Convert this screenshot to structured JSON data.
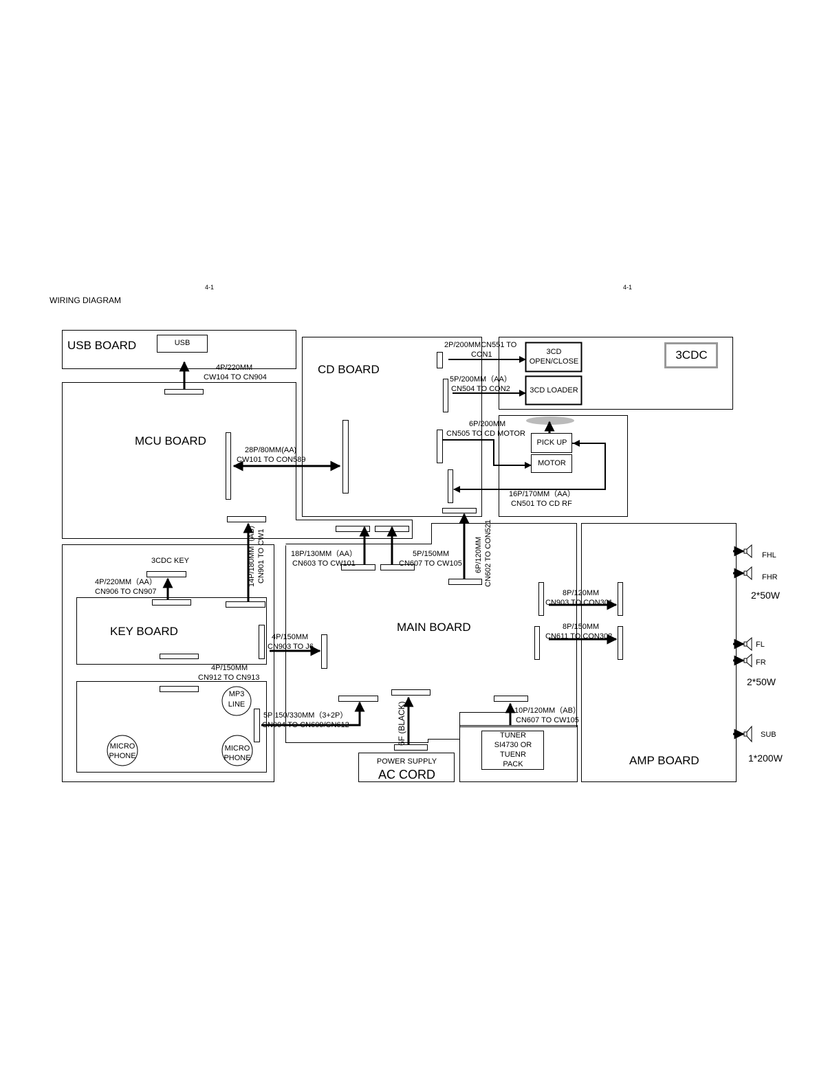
{
  "page_marks": {
    "left": "4-1",
    "right": "4-1"
  },
  "title": "WIRING DIAGRAM",
  "boards": {
    "usb": "USB BOARD",
    "mcu": "MCU BOARD",
    "cd": "CD BOARD",
    "key": "KEY BOARD",
    "main": "MAIN BOARD",
    "amp": "AMP BOARD",
    "cdc": "3CDC"
  },
  "parts": {
    "usb": "USB",
    "open_close_1": "3CD",
    "open_close_2": "OPEN/CLOSE",
    "loader": "3CD LOADER",
    "pickup": "PICK UP",
    "motor": "MOTOR",
    "cdc_key": "3CDC KEY",
    "mp3_1": "MP3",
    "mp3_2": "LINE",
    "mic1_1": "MICRO",
    "mic1_2": "PHONE",
    "mic2_1": "MICRO",
    "mic2_2": "PHONE",
    "power_supply": "POWER SUPPLY",
    "ac_cord": "AC CORD",
    "tuner_1": "TUNER",
    "tuner_2": "SI4730 OR",
    "tuner_3": "TUENR",
    "tuner_4": "PACK"
  },
  "cables": {
    "usb_a": "4P/220MM",
    "usb_b": "CW104 TO CN904",
    "mcu_cd_a": "28P/80MM(AA)",
    "mcu_cd_b": "CW101 TO CON589",
    "cd_open_a": "2P/200MMCN551 TO",
    "cd_open_b": "CON1",
    "cd_loader_a": "5P/200MM（AA）",
    "cd_loader_b": "CN504 TO CON2",
    "cd_motor_a": "6P/200MM",
    "cd_motor_b": "CN505 TO CD MOTOR",
    "cd_rf_a": "16P/170MM（AA）",
    "cd_rf_b": "CN501 TO CD RF",
    "key_mcu_a": "14P/180MM（AB）",
    "key_mcu_b": "CN901 TO CW1",
    "main_mcu_a": "18P/130MM（AA）",
    "main_mcu_b": "CN603 TO CW101",
    "main_cd_a": "5P/150MM",
    "main_cd_b": "CN607 TO CW105",
    "main_cd2_a": "6P/120MM",
    "main_cd2_b": "CN602 TO CON521",
    "cdckey_a": "4P/220MM（AA）",
    "cdckey_b": "CN906 TO CN907",
    "key_main_a": "4P/150MM",
    "key_main_b": "CN903 TO J6",
    "key_sub_a": "4P/150MM",
    "key_sub_b": "CN912 TO CN913",
    "mic_main_a": "5P  150/330MM（3+2P）",
    "mic_main_b": "CN904 TO CN609/CN612",
    "power": "6F (BLACK)",
    "amp1_a": "8P/120MM",
    "amp1_b": "CN903 TO CON301",
    "amp2_a": "8P/150MM",
    "amp2_b": "CN611 TO CON302",
    "tuner_a": "10P/120MM（AB）",
    "tuner_b": "CN607 TO CW105"
  },
  "speakers": {
    "fhl": "FHL",
    "fhr": "FHR",
    "front_power": "2*50W",
    "fl": "FL",
    "fr": "FR",
    "rear_power": "2*50W",
    "sub": "SUB",
    "sub_power": "1*200W"
  }
}
